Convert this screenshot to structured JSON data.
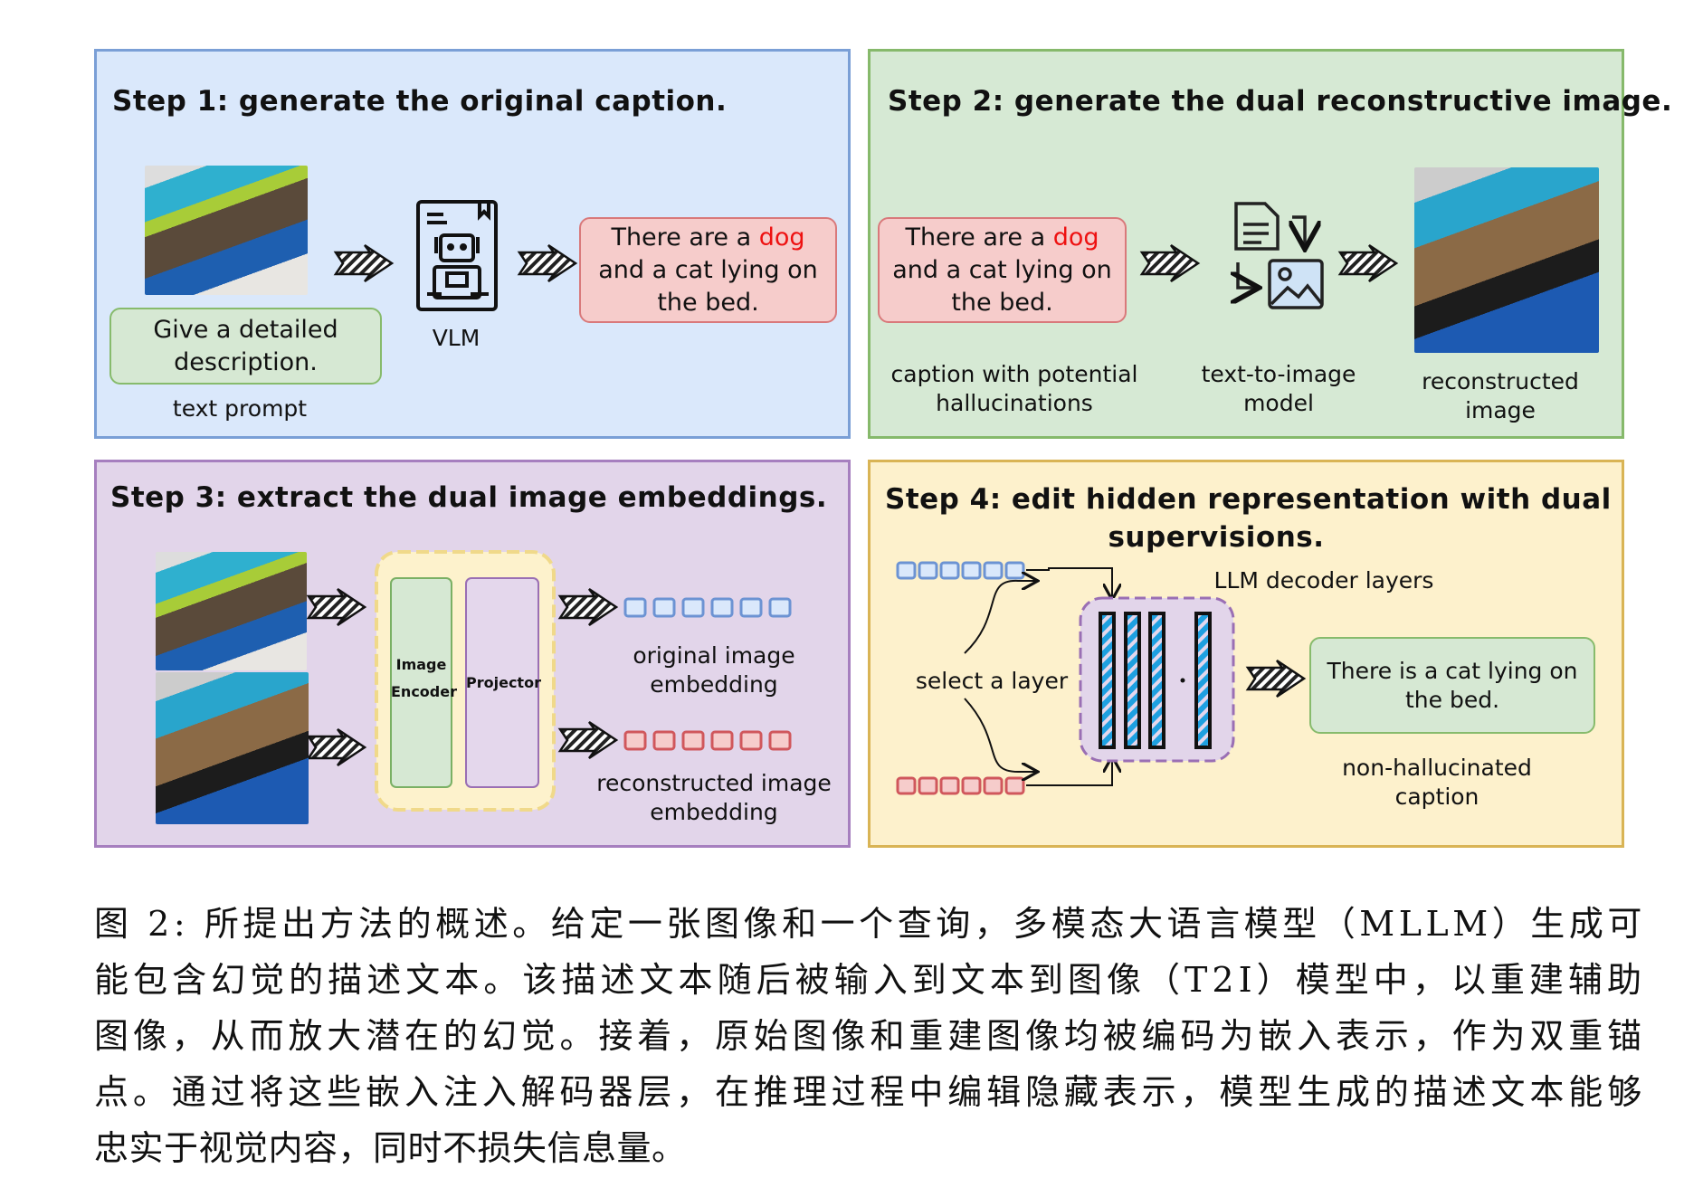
{
  "figure": {
    "step1": {
      "title": "Step 1: generate the original caption.",
      "prompt_box": "Give a detailed description.",
      "prompt_label": "text prompt",
      "model_label": "VLM",
      "caption_pre": "There are a ",
      "caption_hallucination": "dog",
      "caption_post": " and a cat lying on the bed.",
      "icons": [
        "cat-photo",
        "arrow-icon",
        "vlm-robot-icon",
        "arrow-icon"
      ]
    },
    "step2": {
      "title": "Step 2: generate the dual reconstructive image.",
      "caption_pre": "There are a ",
      "caption_hallucination": "dog",
      "caption_post": " and a cat lying on the bed.",
      "caption_label": "caption with potential hallucinations",
      "model_label": "text-to-image model",
      "image_label": "reconstructed image",
      "icons": [
        "arrow-icon",
        "text-to-image-icon",
        "arrow-icon",
        "reconstructed-photo"
      ]
    },
    "step3": {
      "title": "Step 3: extract the dual image embeddings.",
      "encoder_label": "Image Encoder",
      "projector_label": "Projector",
      "original_label": "original image embedding",
      "reconstructed_label": "reconstructed image embedding"
    },
    "step4": {
      "title_line1": "Step 4: edit hidden representation with dual",
      "title_line2": "supervisions.",
      "decoder_label": "LLM decoder layers",
      "select_label": "select a layer",
      "output_box": "There is a cat lying on the bed.",
      "output_label": "non-hallucinated caption"
    },
    "colors": {
      "step1_bg": "#dae8fb",
      "step2_bg": "#d6e9d4",
      "step3_bg": "#e2d5ea",
      "step4_bg": "#fdf1cc",
      "hallucination": "#ee1111",
      "original_embedding": "#6c93d3",
      "reconstructed_embedding": "#d0575c",
      "layer_stripes": "#1ea0e0"
    }
  },
  "caption": {
    "lines": [
      "图 2: 所提出方法的概述。给定一张图像和一个查询，多模态大语言模型（MLLM）生成可",
      "能包含幻觉的描述文本。该描述文本随后被输入到文本到图像（T2I）模型中，以重建辅助",
      "图像，从而放大潜在的幻觉。接着，原始图像和重建图像均被编码为嵌入表示，作为双重锚",
      "点。通过将这些嵌入注入解码器层，在推理过程中编辑隐藏表示，模型生成的描述文本能够",
      "忠实于视觉内容，同时不损失信息量。"
    ]
  }
}
